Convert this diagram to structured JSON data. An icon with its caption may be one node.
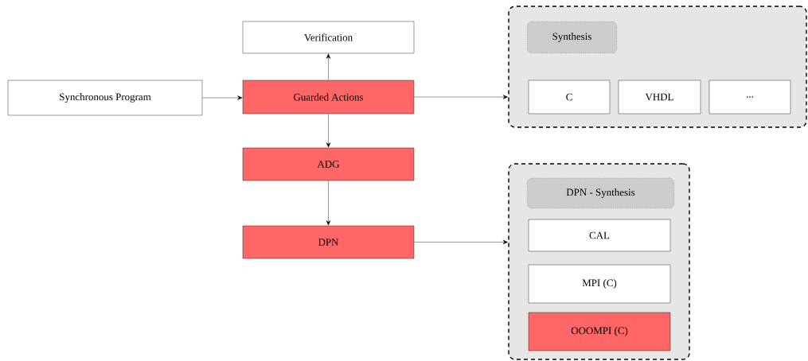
{
  "diagram": {
    "nodes": [
      {
        "text": [
          "Synchronous Program"
        ]
      },
      {
        "text": [
          "Verification"
        ]
      },
      {
        "text": [
          "Guarded Actions"
        ]
      },
      {
        "text": [
          "ADG"
        ]
      },
      {
        "text": [
          "DPN"
        ]
      },
      {
        "text": [],
        "shape": "box"
      },
      {
        "text": [
          "Synthesis"
        ],
        "in": 5
      },
      {
        "text": [
          "C"
        ],
        "in": 5
      },
      {
        "text": [
          "VHDL"
        ],
        "in": 5
      },
      {
        "text": [
          "..."
        ],
        "in": 5
      },
      {
        "text": [],
        "shape": "box"
      },
      {
        "text": [
          "DPN - Synthesis"
        ],
        "in": 10
      },
      {
        "text": [
          "CAL"
        ],
        "in": 10
      },
      {
        "text": [
          "MPI (C)"
        ],
        "in": 10
      },
      {
        "text": [
          "OOOMPI (C)"
        ],
        "in": 10
      }
    ],
    "edges": [
      {
        "from": 0,
        "to": 2,
        "arrow": "to"
      },
      {
        "from": 2,
        "to": 1,
        "arrow": "to"
      },
      {
        "from": 2,
        "to": 3,
        "arrow": "to"
      },
      {
        "from": 3,
        "to": 4,
        "arrow": "to"
      },
      {
        "from": 2,
        "to": 5,
        "arrow": "to"
      },
      {
        "from": 4,
        "to": 10,
        "arrow": "to"
      }
    ]
  }
}
